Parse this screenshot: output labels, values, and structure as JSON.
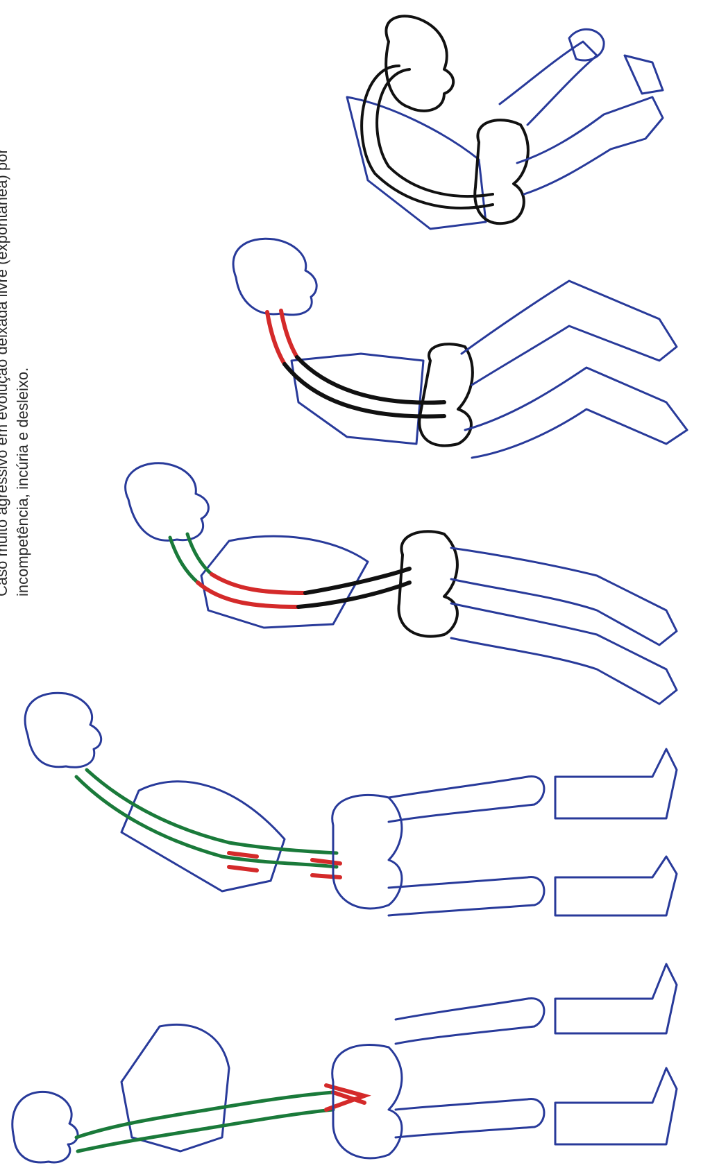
{
  "caption": {
    "line1": "Caso muito agressivo em evolução deixada livre (expontânea) por",
    "line2": "incompetência, incúria e desleixo."
  },
  "figure": {
    "stages": 5,
    "colors": {
      "outline": "#283a9a",
      "healthy": "#1a7a3a",
      "affected": "#d42a2a",
      "necrotic": "#111111"
    }
  }
}
